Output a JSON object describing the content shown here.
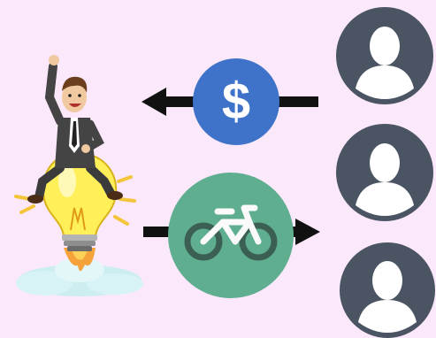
{
  "diagram": {
    "background_color": "#fbe8fb",
    "nodes": [
      {
        "id": "entrepreneur",
        "icon": "businessman-on-lightbulb-rocket-icon"
      },
      {
        "id": "money",
        "icon": "dollar-icon",
        "color": "#3f73c9",
        "symbol": "$"
      },
      {
        "id": "bike-sharing",
        "icon": "bicycle-icon",
        "color": "#5fae90"
      },
      {
        "id": "user-1",
        "icon": "user-avatar-icon",
        "color": "#4a5463"
      },
      {
        "id": "user-2",
        "icon": "user-avatar-icon",
        "color": "#4a5463"
      },
      {
        "id": "user-3",
        "icon": "user-avatar-icon",
        "color": "#4a5463"
      }
    ],
    "edges": [
      {
        "from": "users",
        "to": "entrepreneur",
        "via": "money",
        "direction": "left"
      },
      {
        "from": "entrepreneur",
        "to": "users",
        "via": "bike-sharing",
        "direction": "right"
      }
    ]
  }
}
